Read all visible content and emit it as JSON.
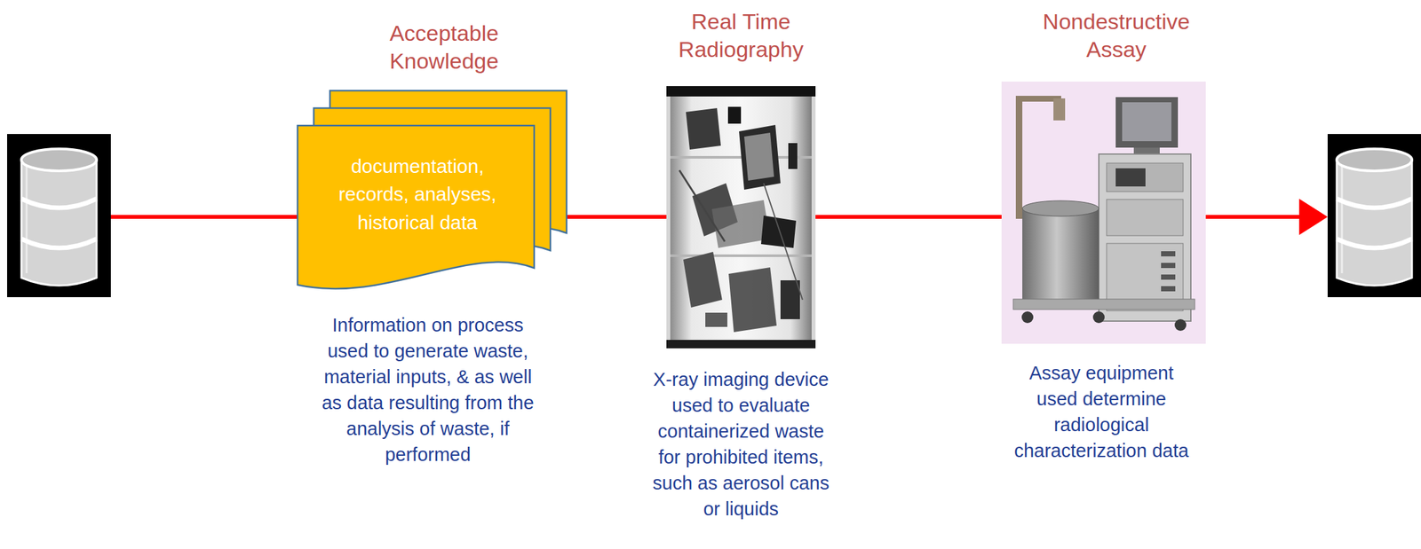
{
  "diagram": {
    "nodes": [
      {
        "text": [
          "Acceptable Knowledge",
          "documentation, records, analyses, historical data",
          "Information on process used to generate waste, material inputs, & as well as data resulting from the analysis of waste, if performed"
        ]
      },
      {
        "text": [
          "Real Time Radiography",
          "X-ray imaging device used to evaluate containerized waste for prohibited items, such as aerosol cans or liquids"
        ]
      },
      {
        "text": [
          "Nondestructive Assay",
          "Assay equipment used determine radiological characterization data"
        ]
      }
    ],
    "edges": [
      {
        "from": 0,
        "to": 1,
        "arrow": "none"
      },
      {
        "from": 1,
        "to": 2,
        "arrow": "none"
      }
    ]
  }
}
